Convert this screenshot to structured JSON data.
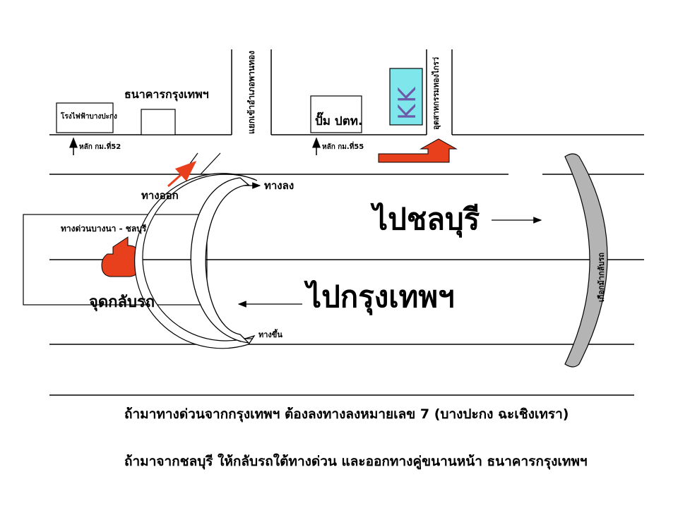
{
  "landmarks": {
    "power_plant": "โรงไฟฟ้าบางปะกง",
    "bangkok_bank_top": "ธนาคารกรุงเทพฯ",
    "road_junction": "แยกเข้าอำเภอพานทอง",
    "ptt_station": "ปั๊ม ปตท.",
    "industrial_estate": "อุตสาหกรรมทองไกรว่",
    "kk_label": "KK",
    "km52": "หลัก กม.ที่52",
    "km55": "หลัก กม.ที่55",
    "exit_label": "ทางออก",
    "down_ramp": "ทางลง",
    "up_ramp": "ทางขึ้น",
    "expressway_label": "ทางด่วนบางนา - ชลบุรี",
    "u_turn_point": "จุดกลับรถ",
    "to_chonburi": "ไปชลบุรี",
    "to_bangkok": "ไปกรุงเทพฯ",
    "weir_uturn": "เกือกม้ากลับรถ"
  },
  "instructions": {
    "line1": "ถ้ามาทางด่วนจากกรุงเทพฯ ต้องลงทางลงหมายเลข 7 (บางปะกง ฉะเชิงเทรา)",
    "line2": "ถ้ามาจากชลบุรี ให้กลับรถใต้ทางด่วน และออกทางคู่ขนานหน้า ธนาคารกรุงเทพฯ"
  },
  "colors": {
    "red_arrow": "#e8401c",
    "kk_box": "#7fe6ec",
    "kk_text": "#6f57a8",
    "horseshoe": "#b4b4b4"
  }
}
